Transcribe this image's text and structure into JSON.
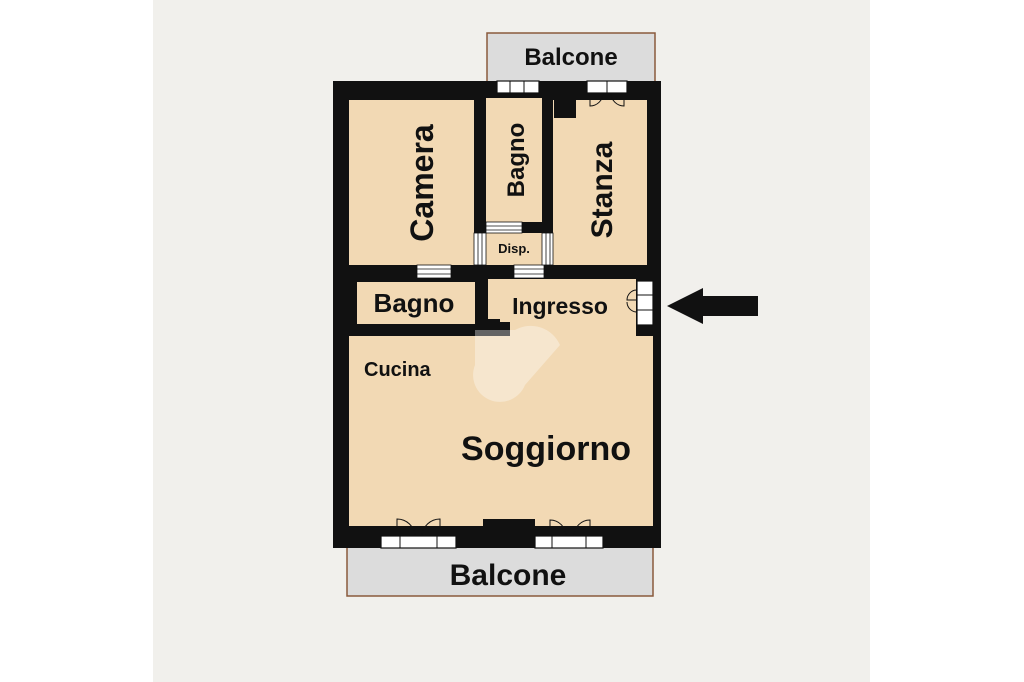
{
  "rooms": {
    "balcone_top": "Balcone",
    "camera": "Camera",
    "bagno_upper": "Bagno",
    "stanza": "Stanza",
    "disp": "Disp.",
    "bagno_lower": "Bagno",
    "ingresso": "Ingresso",
    "cucina": "Cucina",
    "soggiorno": "Soggiorno",
    "balcone_bottom": "Balcone"
  },
  "colors": {
    "floor": "#f2d9b4",
    "wall": "#111111",
    "balcony": "#dcdcdc",
    "balcony_edge": "#8a5a3c",
    "page": "#f1f0ec",
    "border": "#ffffff"
  },
  "icons": {
    "entrance": "arrow-left-icon"
  }
}
